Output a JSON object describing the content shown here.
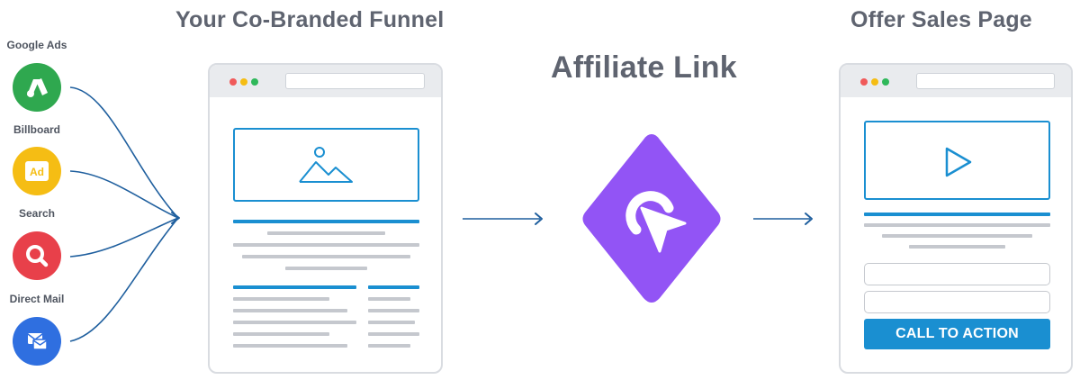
{
  "headings": {
    "funnel": "Your Co-Branded Funnel",
    "affiliate": "Affiliate Link",
    "offer": "Offer Sales Page"
  },
  "sources": [
    {
      "label": "Google Ads",
      "icon": "google-ads-icon",
      "color": "#2fa84f"
    },
    {
      "label": "Billboard",
      "icon": "ad-billboard-icon",
      "color": "#f5bd14"
    },
    {
      "label": "Search",
      "icon": "search-icon",
      "color": "#e8404a"
    },
    {
      "label": "Direct Mail",
      "icon": "mail-icon",
      "color": "#2f6fe0"
    }
  ],
  "offer_page": {
    "cta_label": "CALL TO ACTION"
  },
  "colors": {
    "accent_blue": "#1a8fd1",
    "arrow_blue": "#1f5f9e",
    "affiliate_purple": "#9254f5",
    "heading_grey": "#5f6470"
  }
}
